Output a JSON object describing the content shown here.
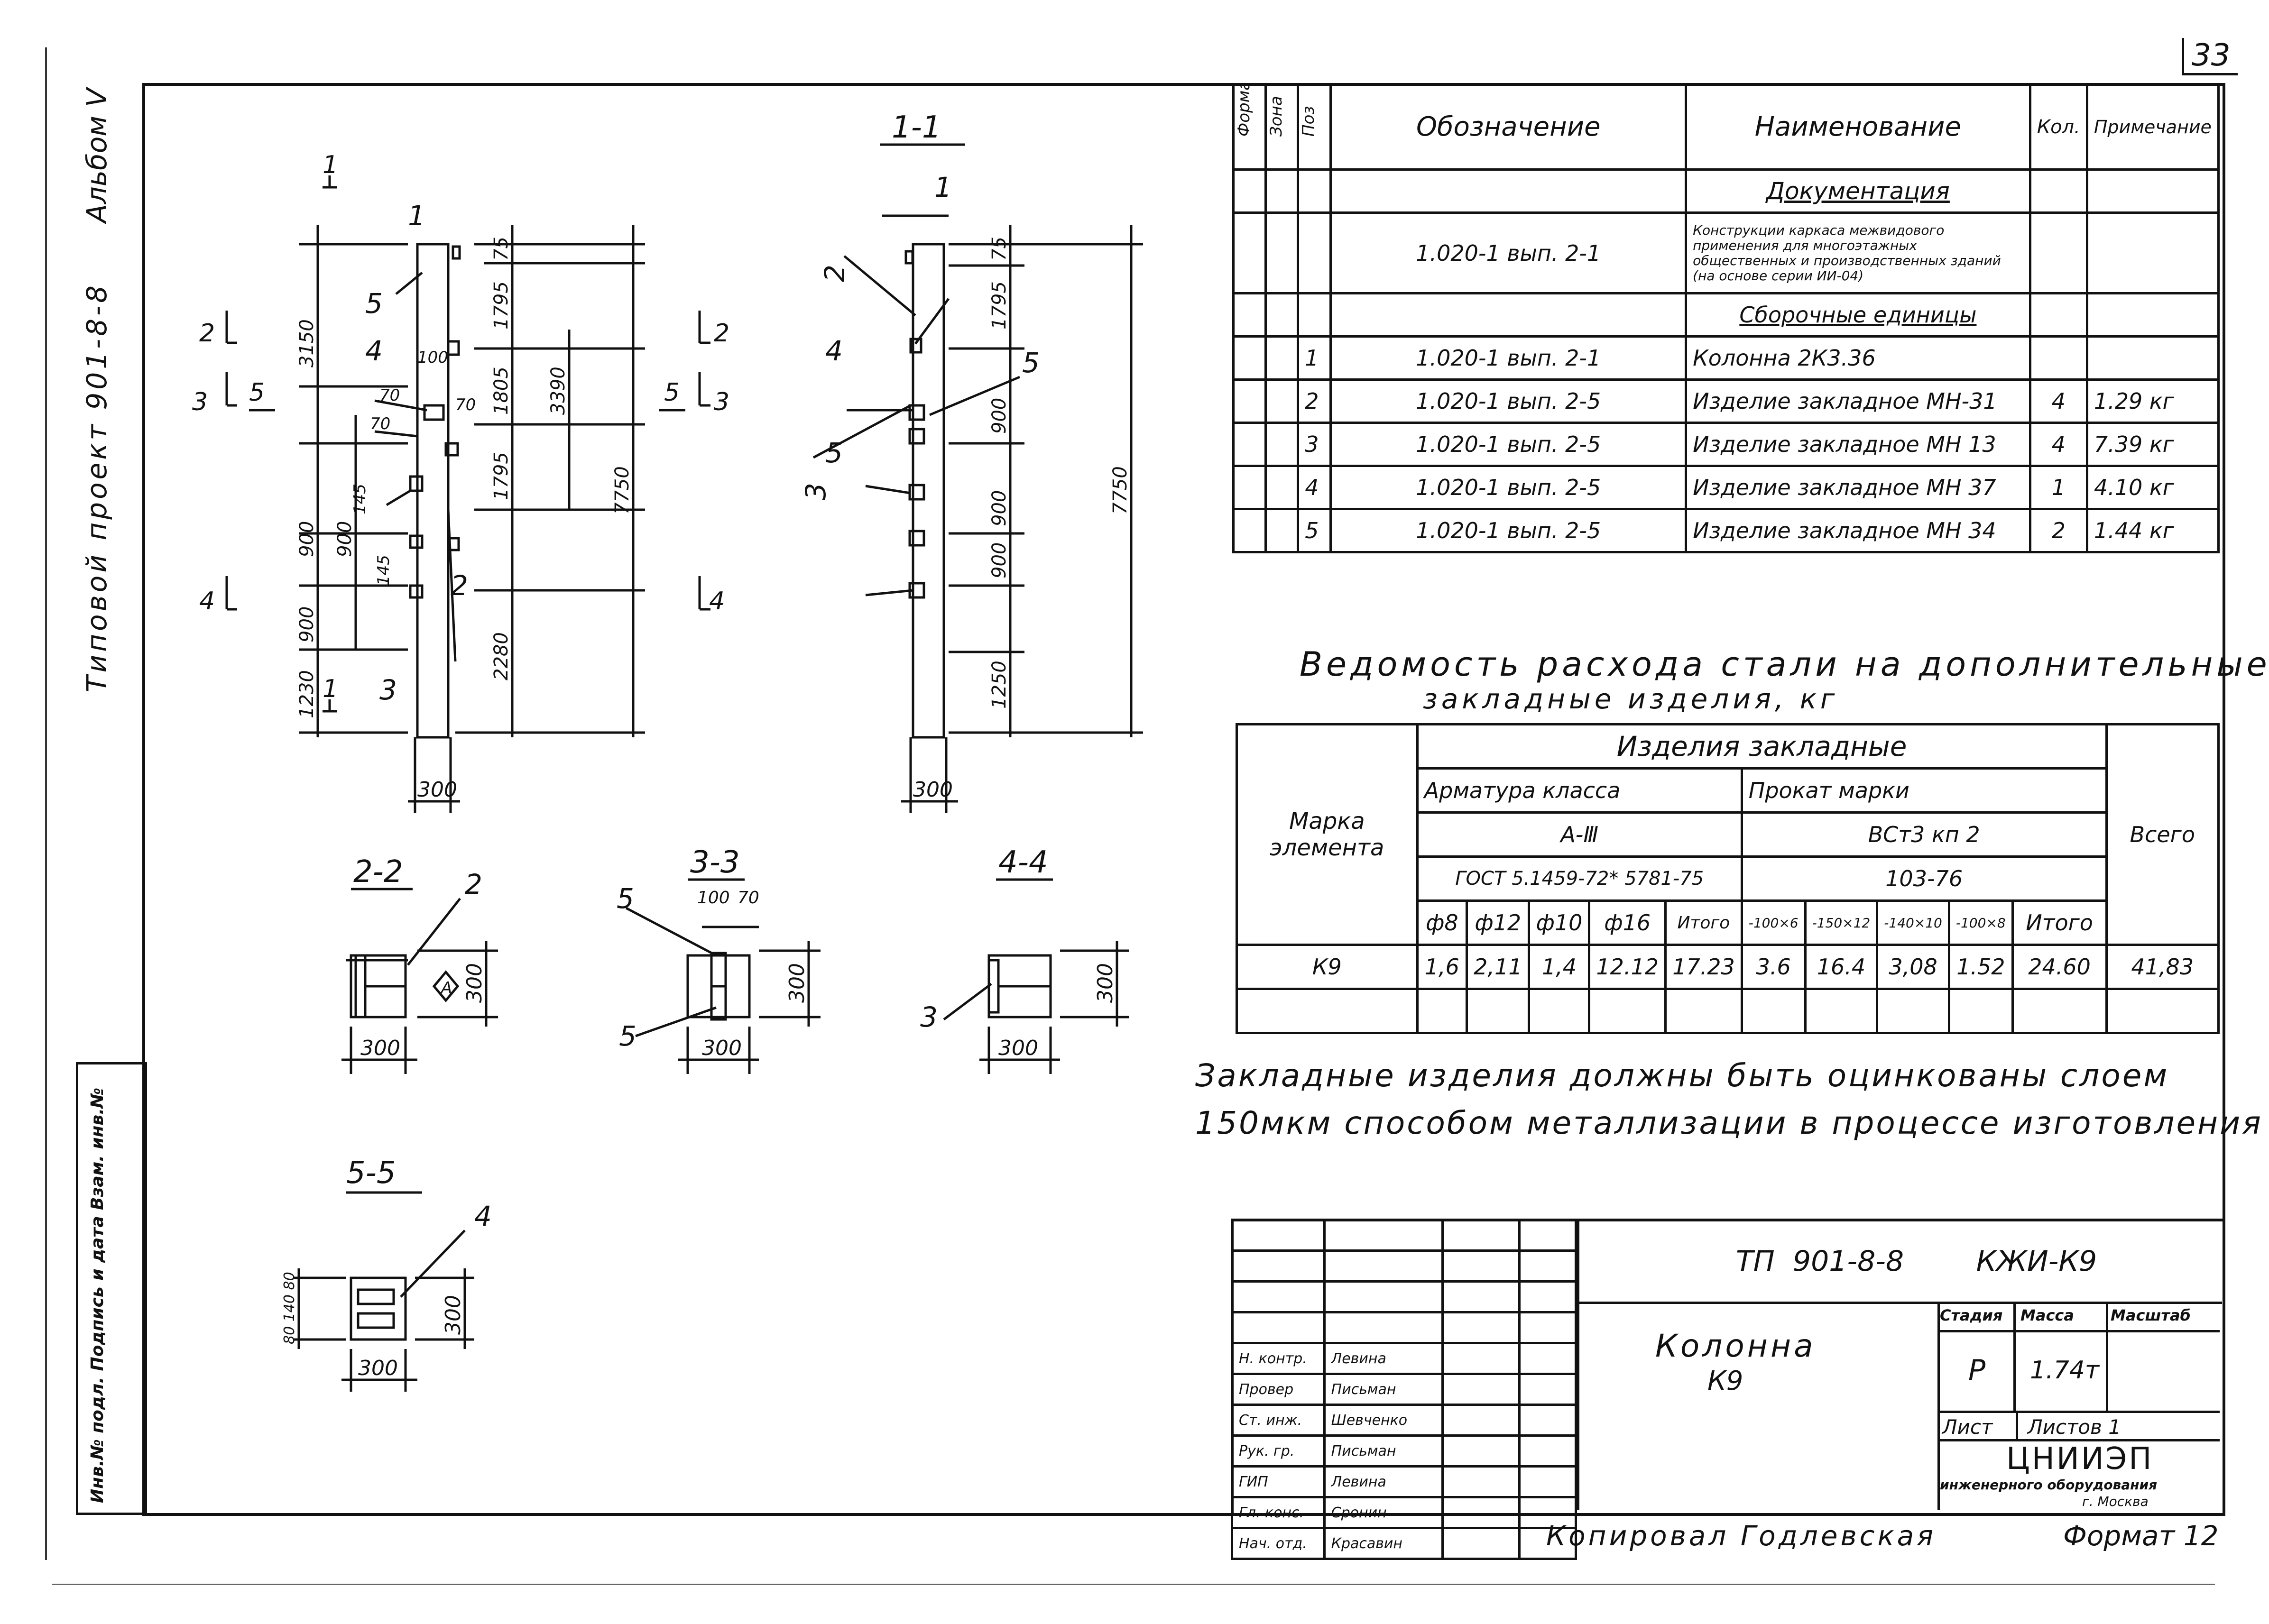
{
  "page_number": "33",
  "side_album": "Альбом Ⅴ",
  "side_project": "Типовой проект 901-8-8",
  "side_stamp": "Инв.№ подл. Подпись и дата Взам. инв.№",
  "views": {
    "section_1": "1-1",
    "section_2": "2-2",
    "section_3": "3-3",
    "section_4": "4-4",
    "section_5": "5-5"
  },
  "elevation": {
    "cut_labels": [
      "1",
      "1",
      "2",
      "2",
      "3",
      "3",
      "4",
      "4",
      "5",
      "5"
    ],
    "dims_right": [
      "75",
      "1795",
      "1805",
      "1795",
      "2280"
    ],
    "dims_total": [
      "3390",
      "7750"
    ],
    "dims_left": [
      "3150",
      "900",
      "900",
      "900",
      "1230"
    ],
    "dims_small": [
      "100",
      "70",
      "70",
      "70",
      "145",
      "145"
    ],
    "width": "300",
    "callouts": [
      "1",
      "2",
      "3",
      "4",
      "5"
    ]
  },
  "section11": {
    "dims": [
      "75",
      "1795",
      "900",
      "900",
      "900",
      "1250"
    ],
    "total": "7750",
    "width": "300",
    "callouts": [
      "1",
      "2",
      "3",
      "4",
      "5",
      "5"
    ]
  },
  "sections_small": {
    "s22": {
      "w": "300",
      "h": "300",
      "callout": "2",
      "mark": "A"
    },
    "s33": {
      "w": "300",
      "h": "300",
      "top": "100",
      "top2": "70",
      "callouts": [
        "5",
        "5"
      ]
    },
    "s44": {
      "w": "300",
      "h": "300",
      "callout": "3"
    },
    "s55": {
      "w": "300",
      "h": "300",
      "left": "80 140 80",
      "callout": "4"
    }
  },
  "spec_table": {
    "headers": [
      "Формат",
      "Зона",
      "Поз",
      "Обозначение",
      "Наименование",
      "Кол.",
      "Примечание"
    ],
    "section_docs": "Документация",
    "doc_row": {
      "designation": "1.020-1 вып. 2-1",
      "name": "Конструкции каркаса межвидового применения для многоэтажных общественных и производственных зданий (на основе серии ИИ-04)"
    },
    "section_units": "Сборочные единицы",
    "rows": [
      {
        "pos": "1",
        "designation": "1.020-1   вып. 2-1",
        "name": "Колонна  2К3.36",
        "qty": "",
        "note": ""
      },
      {
        "pos": "2",
        "designation": "1.020-1   вып. 2-5",
        "name": "Изделие закладное  МН-31",
        "qty": "4",
        "note": "1.29 кг"
      },
      {
        "pos": "3",
        "designation": "1.020-1   вып. 2-5",
        "name": "Изделие закладное  МН 13",
        "qty": "4",
        "note": "7.39 кг"
      },
      {
        "pos": "4",
        "designation": "1.020-1   вып. 2-5",
        "name": "Изделие закладное  МН 37",
        "qty": "1",
        "note": "4.10 кг"
      },
      {
        "pos": "5",
        "designation": "1.020-1   вып. 2-5",
        "name": "Изделие закладное  МН 34",
        "qty": "2",
        "note": "1.44 кг"
      }
    ]
  },
  "steel_table": {
    "title_line1": "Ведомость расхода стали на дополнительные",
    "title_line2": "закладные изделия, кг",
    "h_mark": "Марка элемента",
    "h_items": "Изделия закладные",
    "h_rebar": "Арматура класса",
    "h_rebar_class": "А-Ⅲ",
    "h_rebar_gost": "ГОСТ 5.1459-72* 5781-75",
    "h_rolled": "Прокат марки",
    "h_rolled_grade": "ВСт3 кп 2",
    "h_rolled_gost": "103-76",
    "h_total": "Всего",
    "sub": [
      "ф8",
      "ф12",
      "ф10",
      "ф16",
      "Итого",
      "-100×6",
      "-150×12",
      "-140×10",
      "-100×8",
      "Итого"
    ],
    "row": {
      "mark": "К9",
      "values": [
        "1,6",
        "2,11",
        "1,4",
        "12.12",
        "17.23",
        "3.6",
        "16.4",
        "3,08",
        "1.52",
        "24.60"
      ],
      "total": "41,83"
    }
  },
  "note_line1": "Закладные изделия должны быть оцинкованы слоем",
  "note_line2": "150мкм способом металлизации в процессе изготовления",
  "stamp": {
    "code": "ТП  901-8-8        КЖИ-К9",
    "title": "Колонна",
    "subtitle": "К9",
    "h_stage": "Стадия",
    "h_mass": "Масса",
    "h_scale": "Масштаб",
    "stage": "Р",
    "mass": "1.74т",
    "sheet": "Лист",
    "sheets": "Листов 1",
    "org": "ЦНИИЭП",
    "org_sub": "инженерного оборудования",
    "city": "г. Москва",
    "people": [
      {
        "role": "Н. контр.",
        "name": "Левина"
      },
      {
        "role": "Провер",
        "name": "Письман"
      },
      {
        "role": "Ст. инж.",
        "name": "Шевченко"
      },
      {
        "role": "Рук. гр.",
        "name": "Письман"
      },
      {
        "role": "ГИП",
        "name": "Левина"
      },
      {
        "role": "Гл. конс.",
        "name": "Сронин"
      },
      {
        "role": "Нач. отд.",
        "name": "Красавин"
      }
    ]
  },
  "copied": "Копировал Годлевская",
  "format": "Формат 12"
}
